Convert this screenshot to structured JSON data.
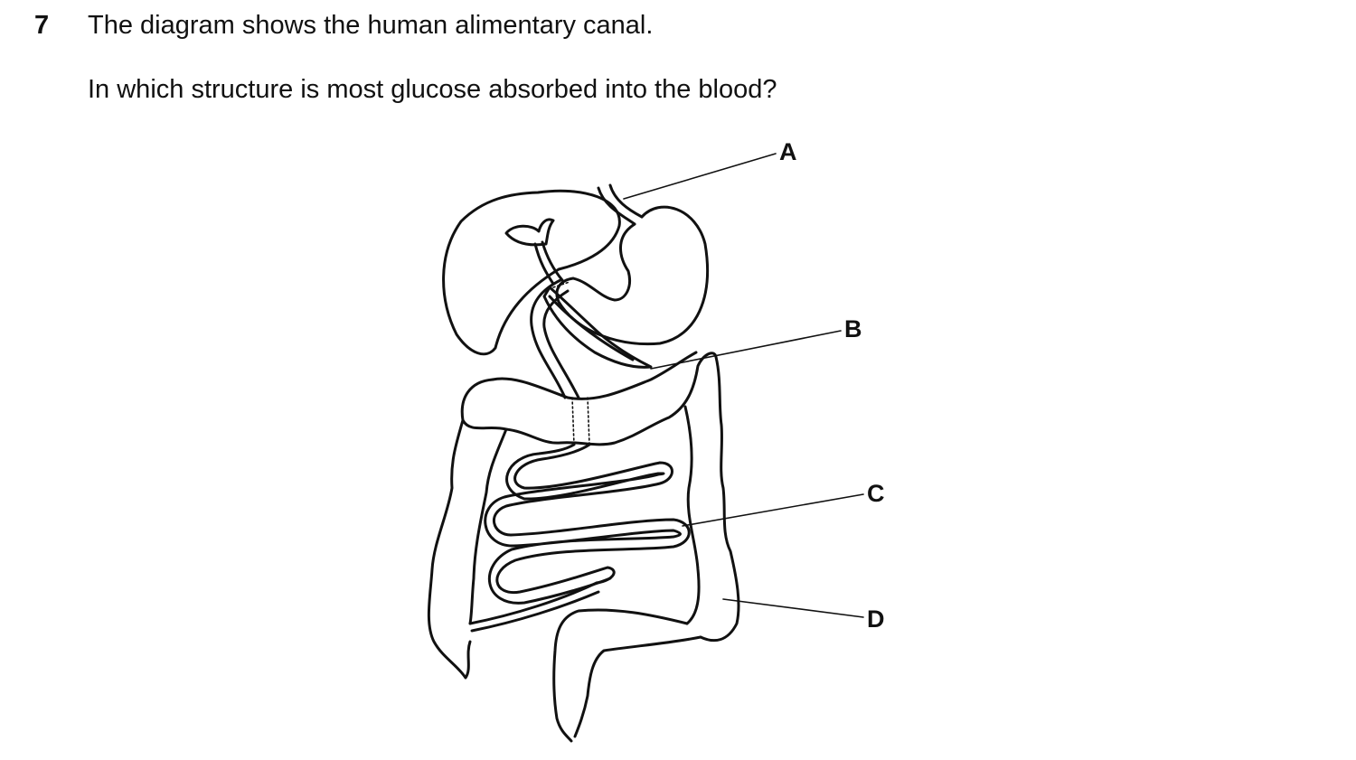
{
  "question": {
    "number": "7",
    "stem": "The diagram shows the human alimentary canal.",
    "prompt": "In which structure is most glucose absorbed into the blood?"
  },
  "labels": {
    "a": "A",
    "b": "B",
    "c": "C",
    "d": "D"
  }
}
